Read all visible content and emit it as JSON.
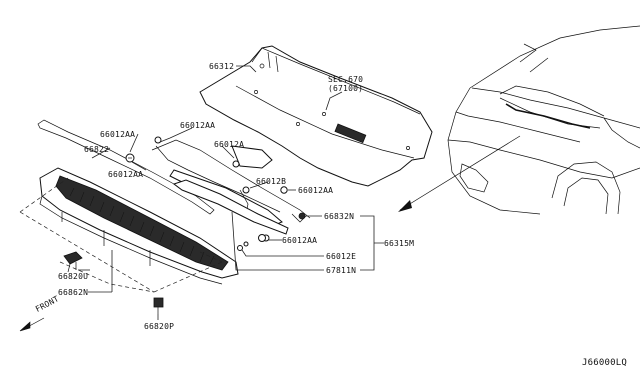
{
  "diagram": {
    "callouts": {
      "p66312": "66312",
      "sec670": "SEC.670",
      "sec670_ref": "(67100)",
      "p66012AA_a": "66012AA",
      "p66012AA_b": "66012AA",
      "p66012AA_c": "66012AA",
      "p66012AA_d": "66012AA",
      "p66012AA_e": "66012AA",
      "p66012A": "66012A",
      "p66012B": "66012B",
      "p66822": "66822",
      "p66832N": "66832N",
      "p66315M": "66315M",
      "p66012E": "66012E",
      "p67811N": "67811N",
      "p66820U": "66820U",
      "p66862N": "66862N",
      "p66820P": "66820P",
      "front": "FRONT",
      "figure_code": "J66000LQ"
    }
  }
}
